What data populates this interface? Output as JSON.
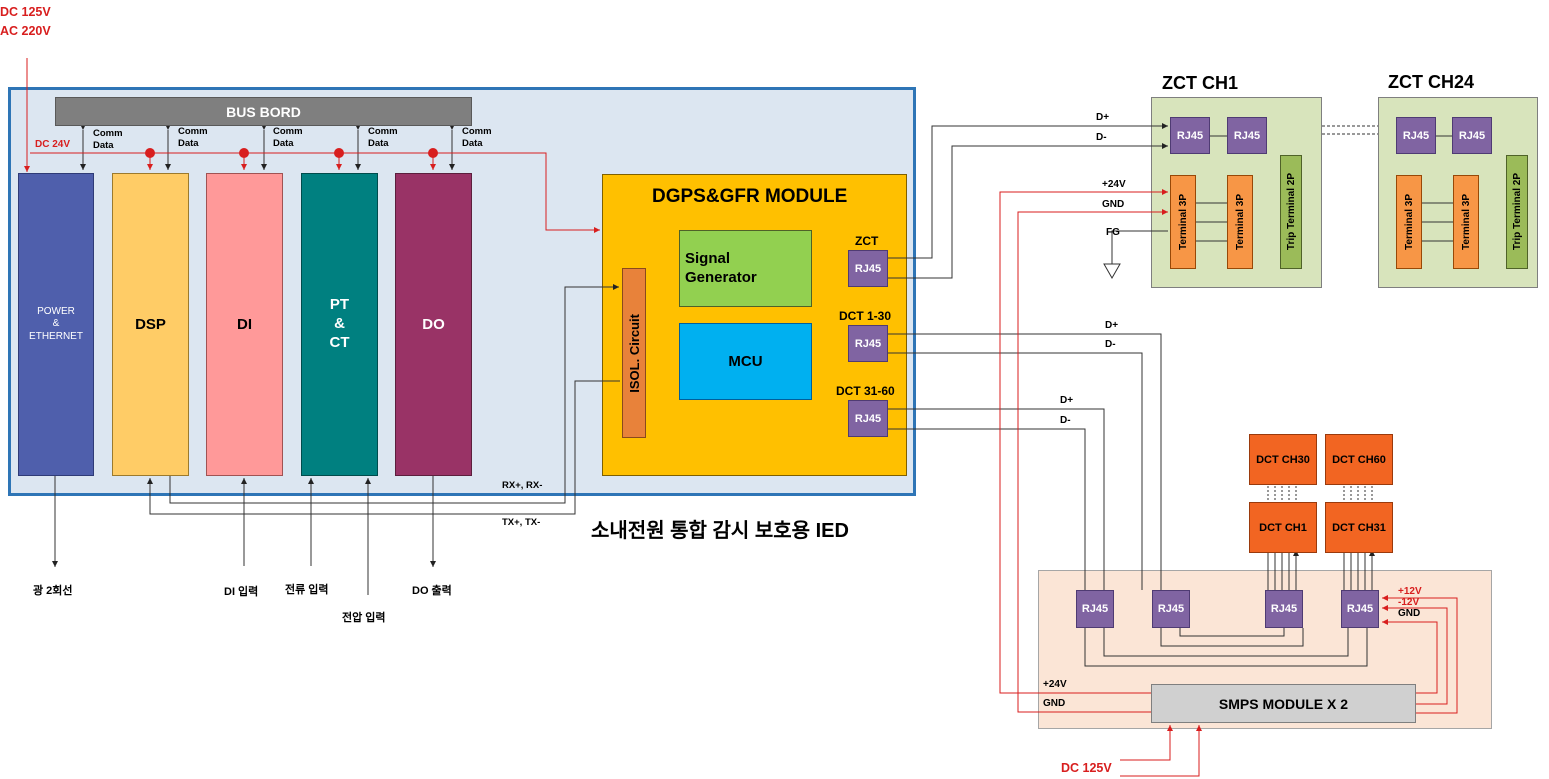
{
  "supply": {
    "dc125": "DC 125V",
    "ac220": "AC 220V",
    "dc24": "DC 24V"
  },
  "ied": {
    "title": "소내전원 통합 감시 보호용 IED",
    "bus": "BUS BORD",
    "comm": "Comm\nData",
    "cards": {
      "power": "POWER\n&\nETHERNET",
      "dsp": "DSP",
      "di": "DI",
      "ptct": "PT\n&\nCT",
      "do": "DO"
    },
    "rx": "RX+, RX-",
    "tx": "TX+, TX-",
    "io": {
      "optic": "광 2회선",
      "di_in": "DI 입력",
      "current_in": "전류 입력",
      "voltage_in": "전압 입력",
      "do_out": "DO 출력"
    }
  },
  "module": {
    "title": "DGPS&GFR MODULE",
    "signal": "Signal\nGenerator",
    "mcu": "MCU",
    "isol": "ISOL. Circuit",
    "port_zct": "ZCT",
    "port_dct1": "DCT 1-30",
    "port_dct31": "DCT 31-60",
    "rj45": "RJ45"
  },
  "zct": {
    "ch1": "ZCT CH1",
    "ch24": "ZCT CH24",
    "terminal3p": "Terminal 3P",
    "trip2p": "Trip Terminal 2P",
    "d_plus": "D+",
    "d_minus": "D-",
    "p24": "+24V",
    "gnd": "GND",
    "fg": "FG"
  },
  "dct": {
    "ch30": "DCT CH30",
    "ch60": "DCT CH60",
    "ch1": "DCT CH1",
    "ch31": "DCT CH31"
  },
  "smps": {
    "title": "SMPS MODULE X 2",
    "p24": "+24V",
    "gnd": "GND",
    "p12": "+12V",
    "m12": "-12V",
    "gnd2": "GND",
    "input": "DC 125V"
  },
  "colors": {
    "red": "#d81e1e",
    "ied_bg": "#dce6f1",
    "ied_border": "#2e75b6",
    "module": "#ffc000",
    "rj45": "#8064a2",
    "zct_bg": "#d8e4bc",
    "terminal": "#f79646",
    "trip": "#9bbb59",
    "dct": "#f26522",
    "smps_bg": "#fbe5d6",
    "smps_box": "#d0d0d0"
  }
}
